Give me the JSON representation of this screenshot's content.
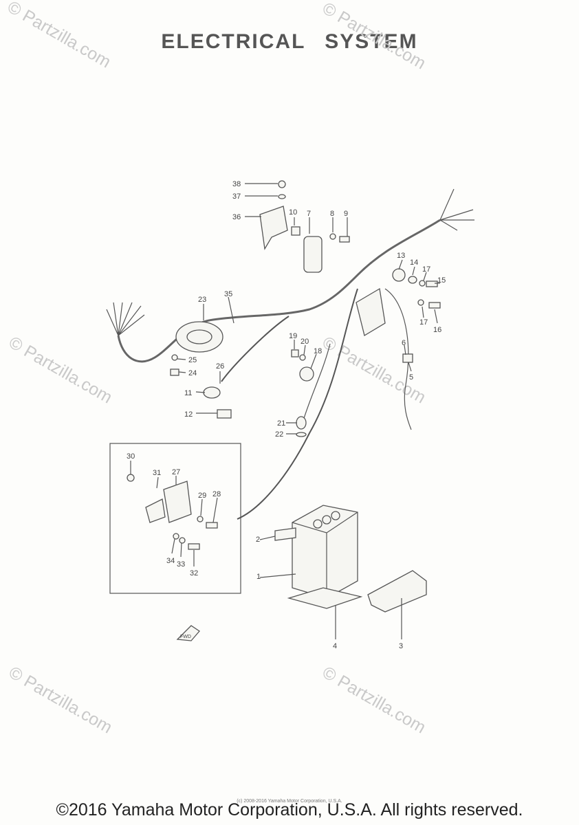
{
  "title": "ELECTRICAL SYSTEM",
  "watermark": "© Partzilla.com",
  "footer": "©2016 Yamaha Motor Corporation, U.S.A. All rights reserved.",
  "footer_small": "(c) 2008-2016 Yamaha Motor Corporation, U.S.A.",
  "fwd_label": "FWD",
  "callouts": [
    "1",
    "2",
    "3",
    "4",
    "5",
    "6",
    "7",
    "8",
    "9",
    "10",
    "11",
    "12",
    "13",
    "14",
    "15",
    "16",
    "17",
    "17",
    "18",
    "19",
    "20",
    "21",
    "22",
    "23",
    "24",
    "25",
    "26",
    "27",
    "28",
    "29",
    "30",
    "31",
    "32",
    "33",
    "34",
    "35",
    "36",
    "37",
    "38"
  ]
}
